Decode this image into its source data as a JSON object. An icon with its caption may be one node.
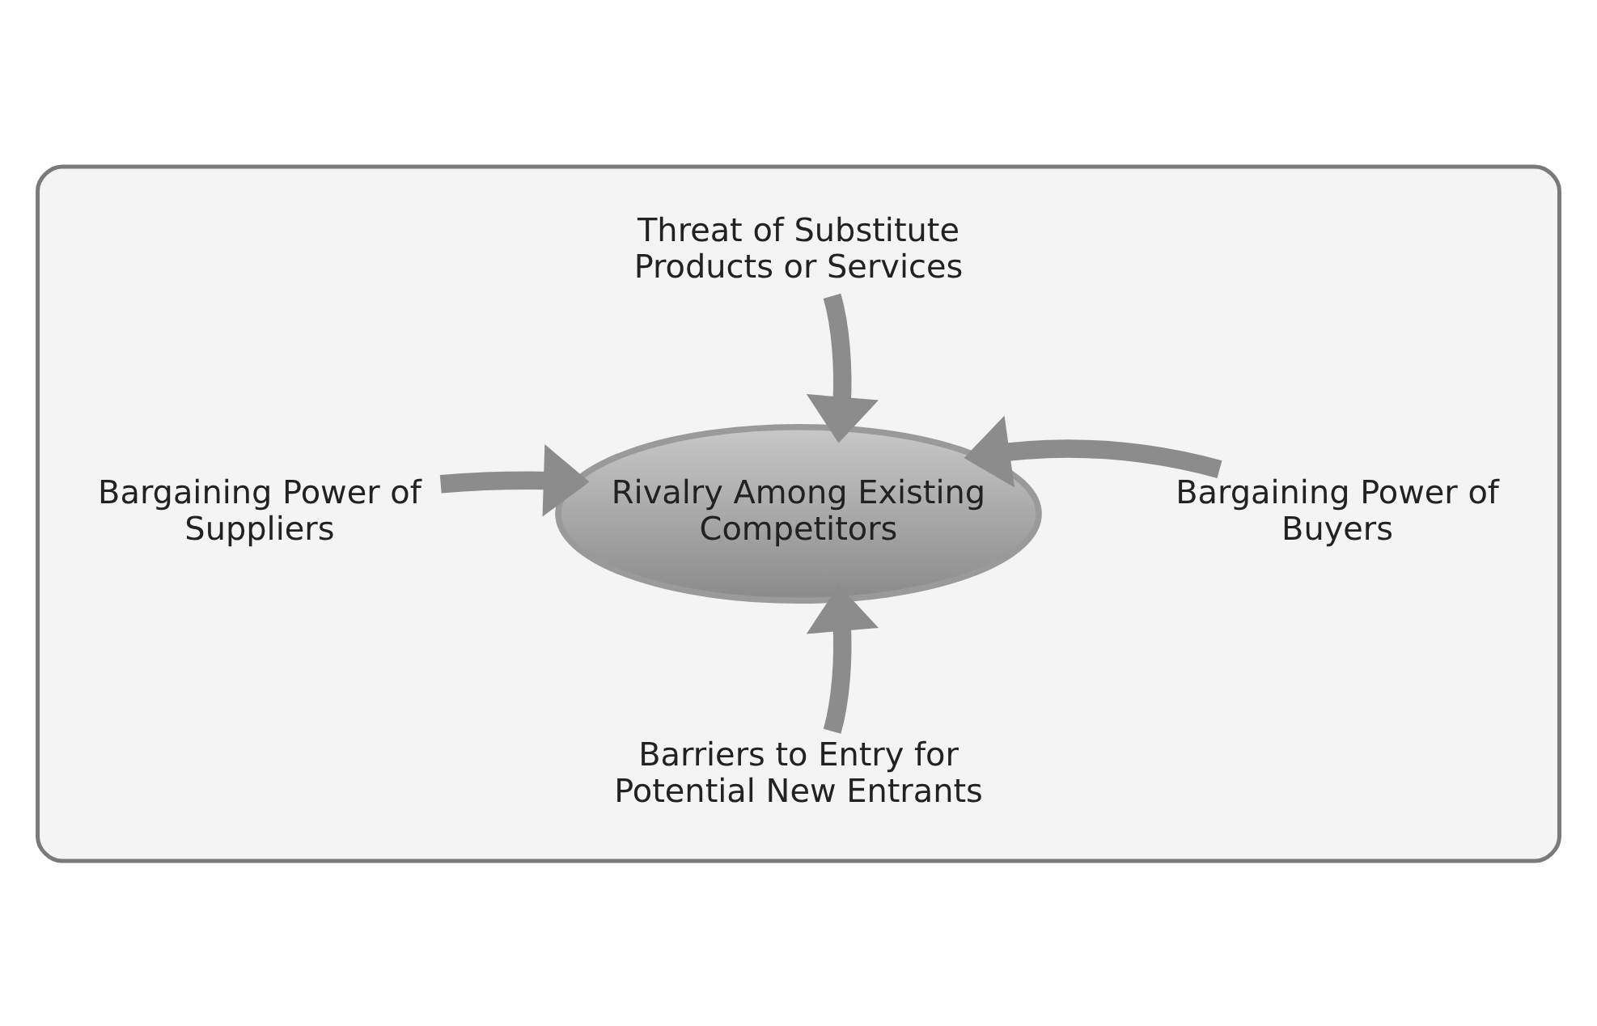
{
  "diagram": {
    "nodes": [
      {
        "text": [],
        "shape": "box"
      },
      {
        "text": [
          "Threat of Substitute Products or Services"
        ],
        "in": 0
      },
      {
        "text": [
          "Bargaining Power of Suppliers"
        ],
        "in": 0
      },
      {
        "text": [
          "Rivalry Among Existing Competitors"
        ],
        "in": 0
      },
      {
        "text": [
          "Bargaining Power of Buyers"
        ],
        "in": 0
      },
      {
        "text": [
          "Barriers to Entry for Potential New Entrants"
        ],
        "in": 0
      }
    ],
    "edges": [
      {
        "from": 1,
        "to": 3,
        "arrow": "to"
      },
      {
        "from": 2,
        "to": 3,
        "arrow": "to"
      },
      {
        "from": 4,
        "to": 3,
        "arrow": "to"
      },
      {
        "from": 5,
        "to": 3,
        "arrow": "to"
      }
    ]
  }
}
